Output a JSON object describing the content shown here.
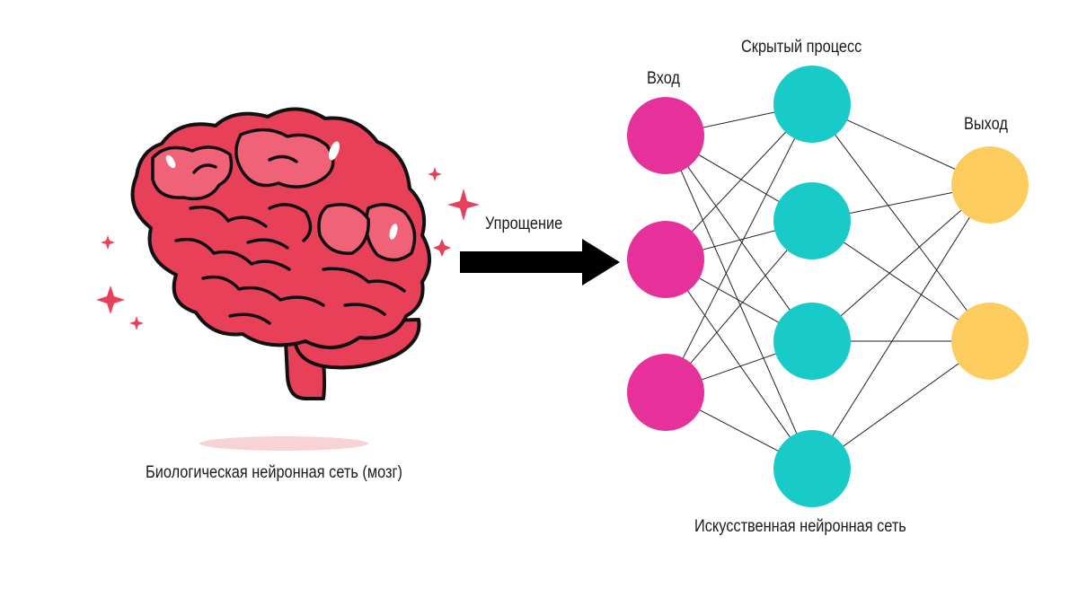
{
  "brain": {
    "caption": "Биологическая нейронная сеть (мозг)",
    "icon": "brain-icon",
    "color": "#e9405a",
    "sparkle_color": "#e9405a"
  },
  "arrow": {
    "label": "Упрощение",
    "icon": "arrow-right-icon",
    "color": "#000000"
  },
  "network": {
    "caption": "Искусственная нейронная сеть",
    "layers": [
      {
        "label": "Вход",
        "nodes": 3,
        "color": "#e6319b"
      },
      {
        "label": "Скрытый процесс",
        "nodes": 4,
        "color": "#19cbc8"
      },
      {
        "label": "Выход",
        "nodes": 2,
        "color": "#fccd5e"
      }
    ],
    "connections": "fully-connected"
  }
}
